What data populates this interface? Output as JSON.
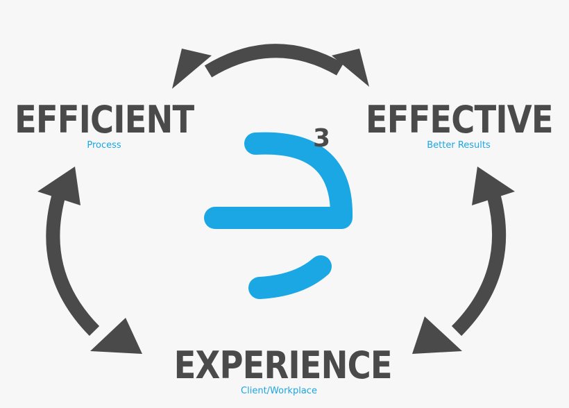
{
  "nodes": {
    "efficient": {
      "title": "EFFICIENT",
      "subtitle": "Process"
    },
    "effective": {
      "title": "EFFECTIVE",
      "subtitle": "Better Results"
    },
    "experience": {
      "title": "EXPERIENCE",
      "subtitle": "Client/Workplace"
    }
  },
  "logo": {
    "superscript": "3"
  },
  "colors": {
    "arrow": "#4a4a4a",
    "accent": "#1aa7e3",
    "background": "#f7f7f7"
  }
}
